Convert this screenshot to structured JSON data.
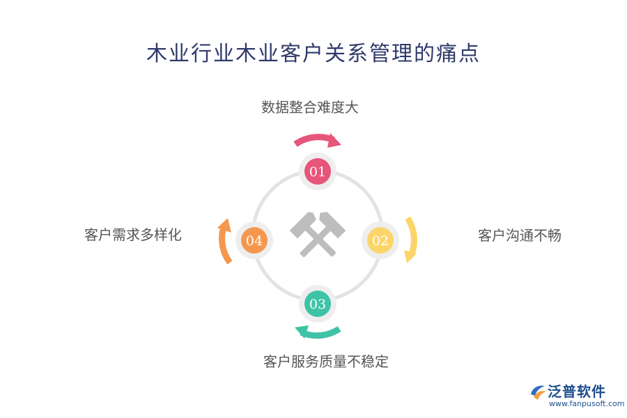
{
  "title": "木业行业木业客户关系管理的痛点",
  "nodes": [
    {
      "number": "01",
      "label": "数据整合难度大",
      "color": "#e6557a"
    },
    {
      "number": "02",
      "label": "客户沟通不畅",
      "color": "#fbd56a"
    },
    {
      "number": "03",
      "label": "客户服务质量不稳定",
      "color": "#3fc3a6"
    },
    {
      "number": "04",
      "label": "客户需求多样化",
      "color": "#f5974f"
    }
  ],
  "center_icon": "crossed-hammers-icon",
  "logo": {
    "name": "泛普软件",
    "url": "www.fanpusoft.com"
  },
  "colors": {
    "ring": "#e3e3e3",
    "node_halo": "#eeeeee",
    "title": "#2f3a6b",
    "label": "#555555",
    "icon": "#bdbdbd"
  }
}
